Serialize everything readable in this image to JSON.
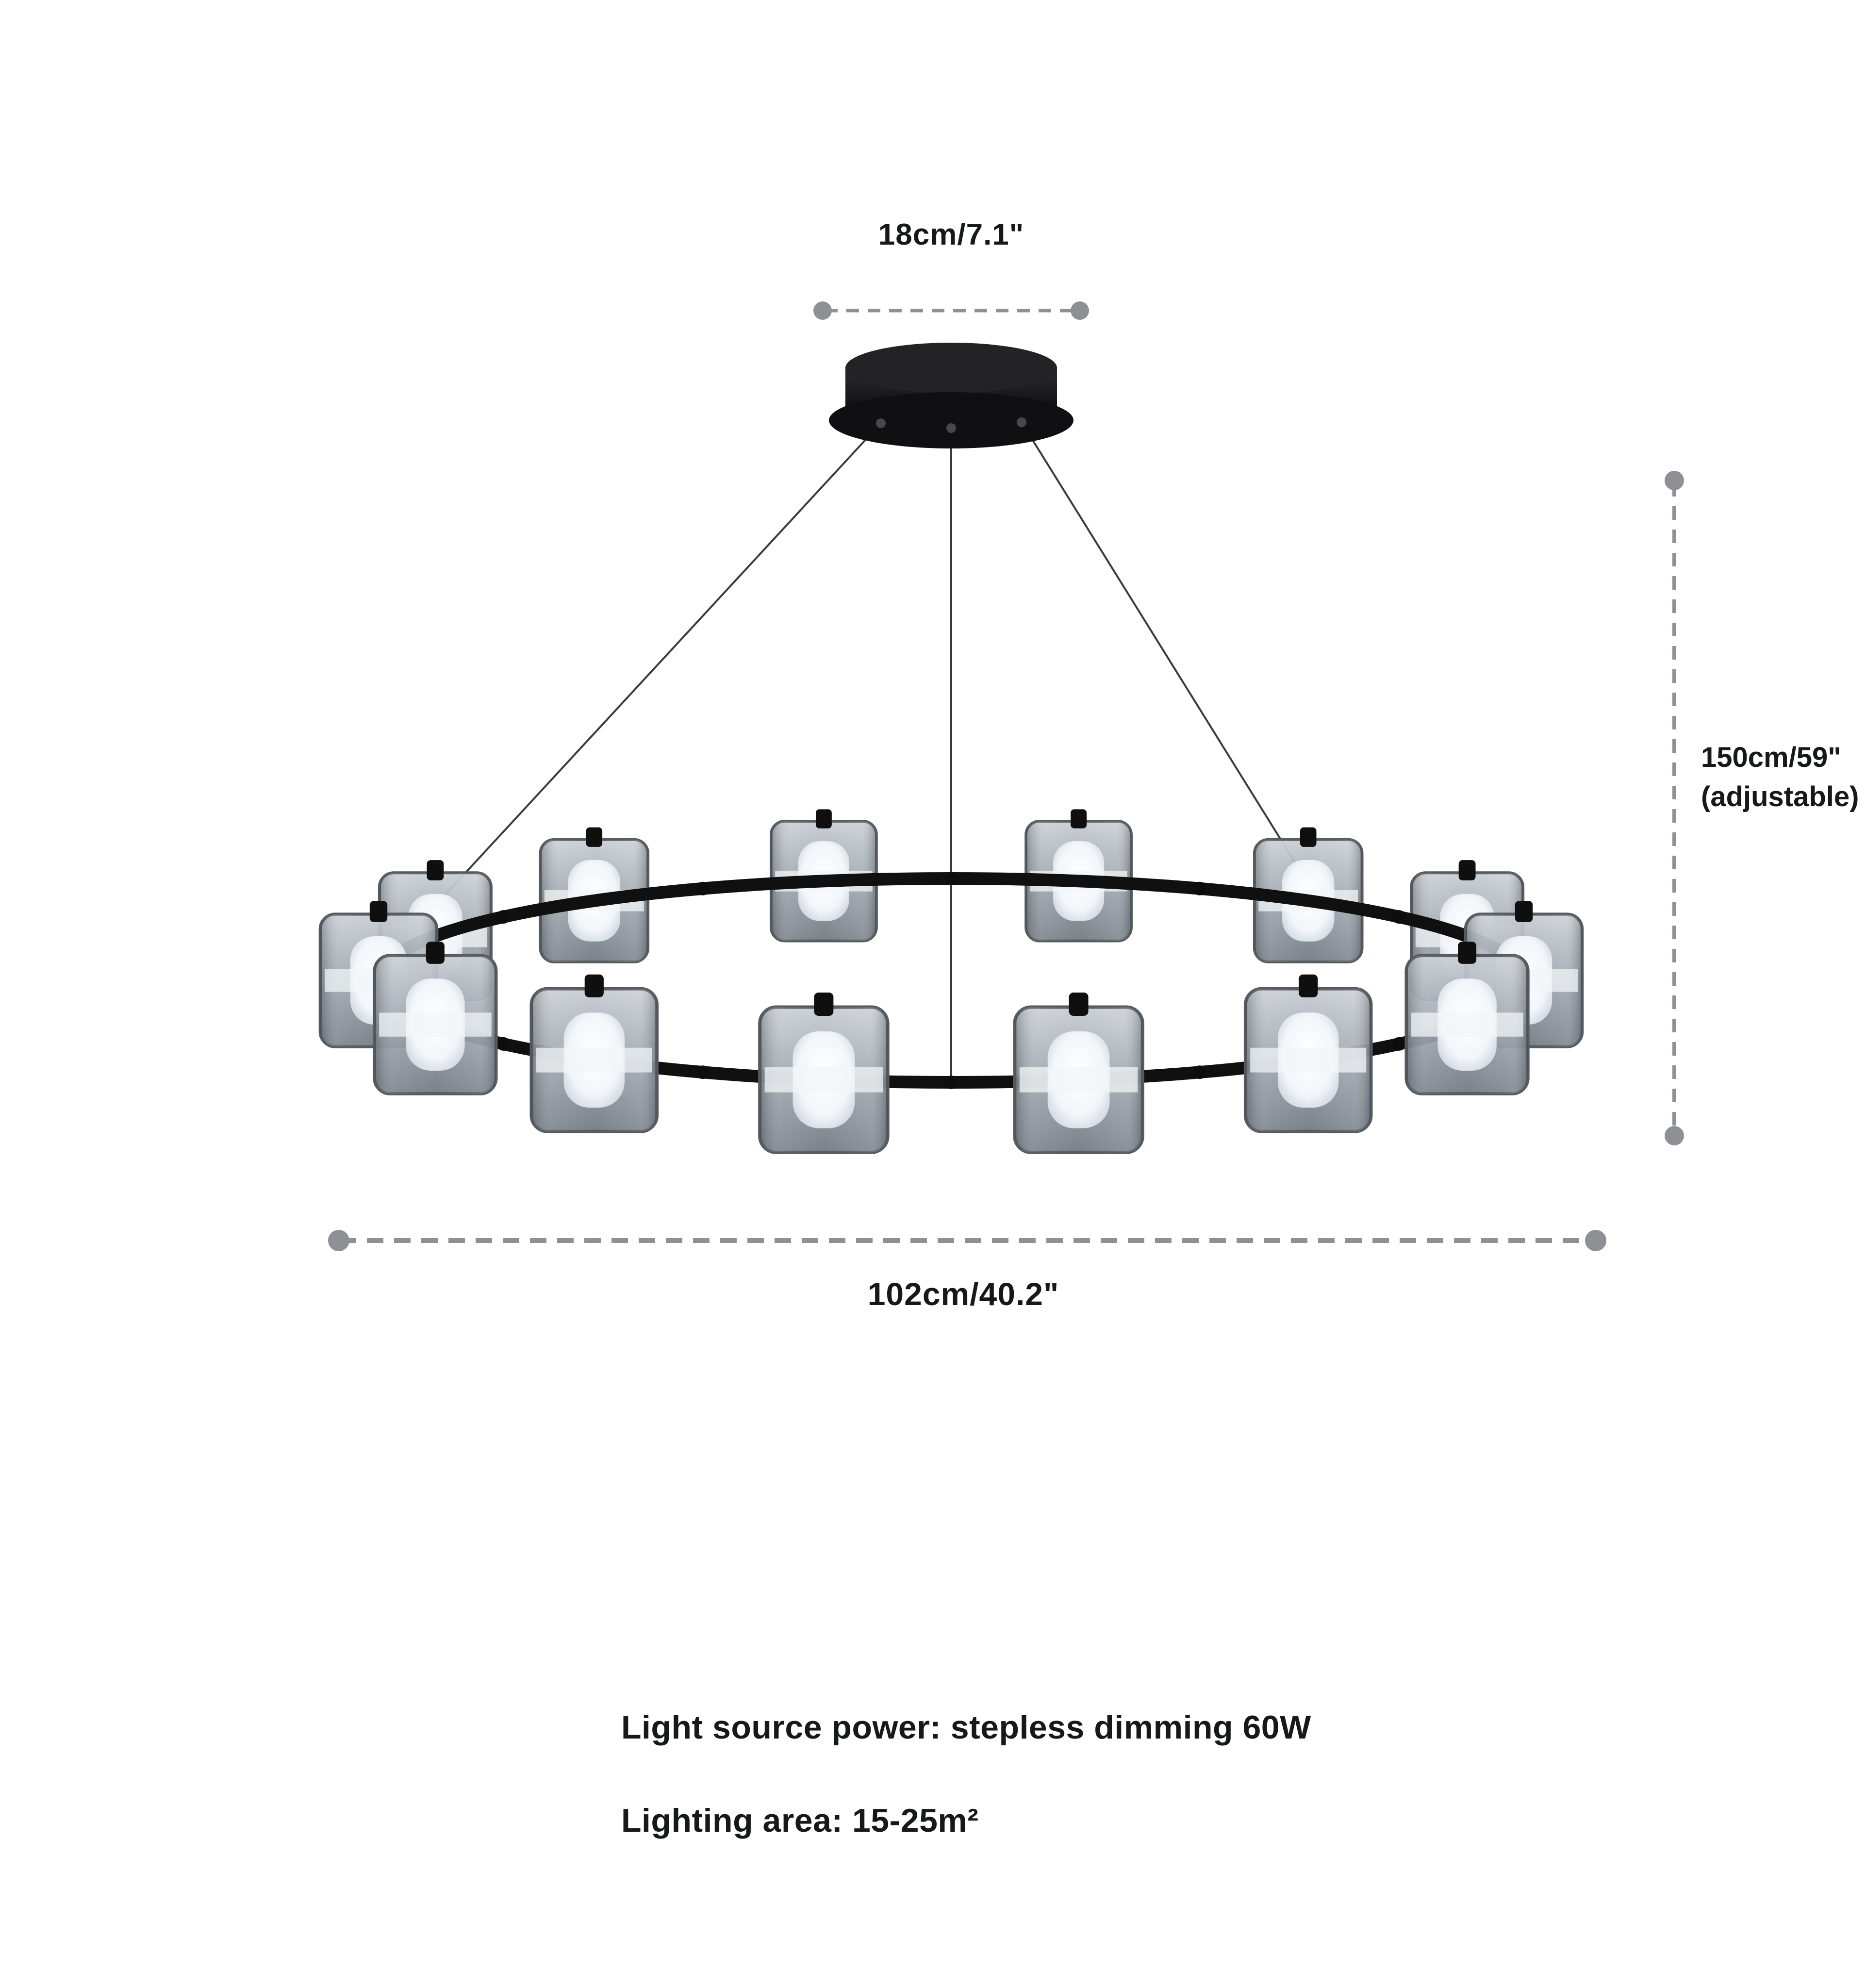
{
  "dimensions": {
    "canopy_width": "18cm/7.1\"",
    "drop_height": "150cm/59\"",
    "drop_height_note": "(adjustable)",
    "diameter": "102cm/40.2\""
  },
  "specs": {
    "power": "Light source power: stepless dimming 60W",
    "area": "Lighting area: 15-25m²"
  },
  "colors": {
    "dimension_line": "#8d9196",
    "text": "#17181a",
    "fixture_black": "#121214"
  }
}
